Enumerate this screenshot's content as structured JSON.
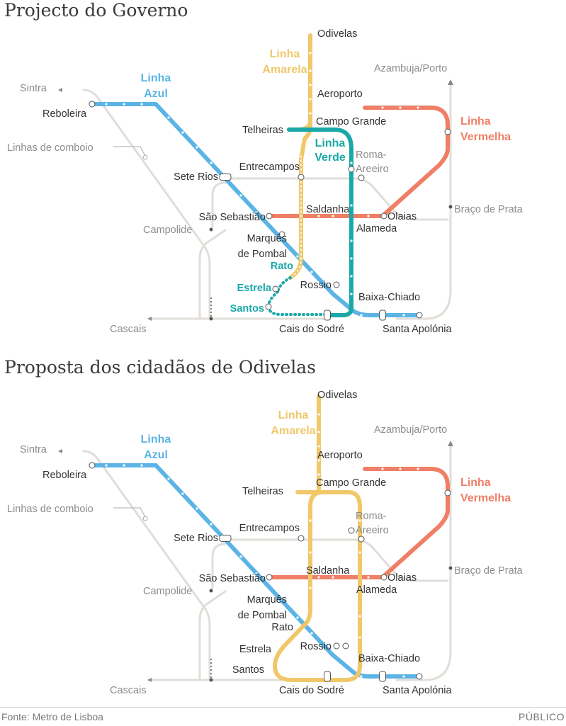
{
  "colors": {
    "azul": "#5bb4e5",
    "amarela": "#f0c86a",
    "vermelha": "#ef7f66",
    "verde": "#1aa8a8",
    "rail": "#e1ddd8",
    "station_text": "#333333",
    "rail_text": "#8c8c8c"
  },
  "maps": [
    {
      "title": "Projecto do Governo",
      "line_labels": {
        "azul": [
          "Linha",
          "Azul"
        ],
        "amarela": [
          "Linha",
          "Amarela"
        ],
        "vermelha": [
          "Linha",
          "Vermelha"
        ],
        "verde": [
          "Linha",
          "Verde"
        ]
      },
      "stations": {
        "odivelas": "Odivelas",
        "aeroporto": "Aeroporto",
        "campo_grande": "Campo Grande",
        "telheiras": "Telheiras",
        "roma_areeiro": [
          "Roma-",
          "Areeiro"
        ],
        "entrecampos": "Entrecampos",
        "sete_rios": "Sete Rios",
        "saldanha": "Saldanha",
        "olaias": "Olaias",
        "alameda": "Alameda",
        "sao_sebastiao": "São Sebastião",
        "marques": [
          "Marquês",
          "de Pombal"
        ],
        "rato": "Rato",
        "estrela": "Estrela",
        "rossio": "Rossio",
        "santos": "Santos",
        "baixa_chiado": "Baixa-Chiado",
        "cais_do_sodre": "Cais do Sodré",
        "santa_apolonia": "Santa Apolónia",
        "reboleira": "Reboleira"
      },
      "rail_labels": {
        "sintra": "Sintra",
        "linhas_comboio": "Linhas de comboio",
        "campolide": "Campolide",
        "cascais": "Cascais",
        "azambuja_porto": "Azambuja/Porto",
        "braco_de_prata": "Braço de Prata"
      }
    },
    {
      "title": "Proposta dos cidadãos de Odivelas",
      "line_labels": {
        "azul": [
          "Linha",
          "Azul"
        ],
        "amarela": [
          "Linha",
          "Amarela"
        ],
        "vermelha": [
          "Linha",
          "Vermelha"
        ]
      },
      "stations": {
        "odivelas": "Odivelas",
        "aeroporto": "Aeroporto",
        "campo_grande": "Campo Grande",
        "telheiras": "Telheiras",
        "roma_areeiro": [
          "Roma-",
          "Areeiro"
        ],
        "entrecampos": "Entrecampos",
        "sete_rios": "Sete Rios",
        "saldanha": "Saldanha",
        "olaias": "Olaias",
        "alameda": "Alameda",
        "sao_sebastiao": "São Sebastião",
        "marques": [
          "Marquês",
          "de Pombal"
        ],
        "rato": "Rato",
        "estrela": "Estrela",
        "rossio": "Rossio",
        "santos": "Santos",
        "baixa_chiado": "Baixa-Chiado",
        "cais_do_sodre": "Cais do Sodré",
        "santa_apolonia": "Santa Apolónia",
        "reboleira": "Reboleira"
      },
      "rail_labels": {
        "sintra": "Sintra",
        "linhas_comboio": "Linhas de comboio",
        "campolide": "Campolide",
        "cascais": "Cascais",
        "azambuja_porto": "Azambuja/Porto",
        "braco_de_prata": "Braço de Prata"
      }
    }
  ],
  "footer": {
    "source": "Fonte: Metro de Lisboa",
    "brand": "PÚBLICO"
  }
}
